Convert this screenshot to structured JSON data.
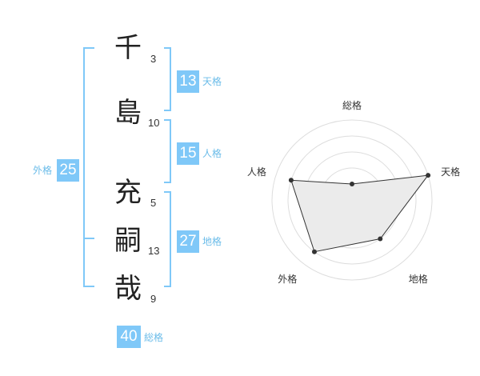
{
  "name": {
    "chars": [
      {
        "char": "千",
        "strokes": "3"
      },
      {
        "char": "島",
        "strokes": "10"
      },
      {
        "char": "充",
        "strokes": "5"
      },
      {
        "char": "嗣",
        "strokes": "13"
      },
      {
        "char": "哉",
        "strokes": "9"
      }
    ]
  },
  "kaku": {
    "tenkaku": {
      "value": "13",
      "label": "天格"
    },
    "jinkaku": {
      "value": "15",
      "label": "人格"
    },
    "chikaku": {
      "value": "27",
      "label": "地格"
    },
    "gaikaku": {
      "value": "25",
      "label": "外格"
    },
    "soukaku": {
      "value": "40",
      "label": "総格"
    }
  },
  "colors": {
    "accent": "#7fc8f8",
    "label_text": "#6bbce9",
    "polygon_fill": "#ebebeb",
    "ring": "#dddddd"
  },
  "chart_data": {
    "type": "radar",
    "axes": [
      "総格",
      "天格",
      "地格",
      "外格",
      "人格"
    ],
    "levels": 5,
    "values": [
      1,
      5,
      3,
      4,
      4
    ],
    "max": 5
  }
}
